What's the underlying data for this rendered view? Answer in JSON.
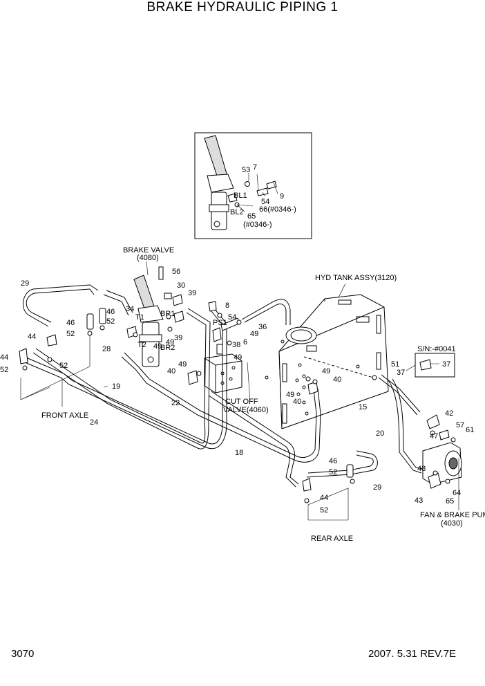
{
  "title": "BRAKE HYDRAULIC PIPING 1",
  "page_number": "3070",
  "revision": "2007. 5.31  REV.7E",
  "labels": {
    "brake_valve": "BRAKE VALVE",
    "brake_valve_code": "(4080)",
    "hyd_tank": "HYD TANK ASSY(3120)",
    "cut_off": "CUT OFF",
    "cut_off_valve": "VALVE(4060)",
    "front_axle": "FRONT AXLE",
    "rear_axle": "REAR AXLE",
    "fan_pump": "FAN & BRAKE PUMP",
    "fan_pump_code": "(4030)",
    "serial": "S/N:-#0041",
    "bl1": "BL1",
    "bl2": "BL2",
    "br1": "BR1",
    "br2": "BR2",
    "t1": "T1",
    "t2": "T2",
    "ps1": "PS1",
    "inset_66": "66(#0346-)",
    "inset_65a": "65",
    "inset_65b": "(#0346-)"
  },
  "parts": {
    "p6": "6",
    "p7": "7",
    "p8": "8",
    "p9": "9",
    "p15": "15",
    "p18": "18",
    "p19": "19",
    "p20": "20",
    "p22": "22",
    "p24": "24",
    "p28": "28",
    "p29a": "29",
    "p29b": "29",
    "p30": "30",
    "p34": "34",
    "p36": "36",
    "p37a": "37",
    "p37b": "37",
    "p38": "38",
    "p39a": "39",
    "p39b": "39",
    "p40a": "40",
    "p40b": "40",
    "p40c": "40",
    "p42": "42",
    "p43": "43",
    "p44a": "44",
    "p44b": "44",
    "p44c": "44",
    "p46a": "46",
    "p46b": "46",
    "p46c": "46",
    "p47": "47",
    "p48": "48",
    "p49a": "49",
    "p49b": "49",
    "p49c": "49",
    "p49d": "49",
    "p49e": "49",
    "p49f": "49",
    "p49g": "49",
    "p51": "51",
    "p52a": "52",
    "p52b": "52",
    "p52c": "52",
    "p52d": "52",
    "p52e": "52",
    "p52f": "52",
    "p53": "53",
    "p54a": "54",
    "p54b": "54",
    "p56": "56",
    "p57": "57",
    "p61": "61",
    "p64": "64",
    "p65": "65"
  }
}
